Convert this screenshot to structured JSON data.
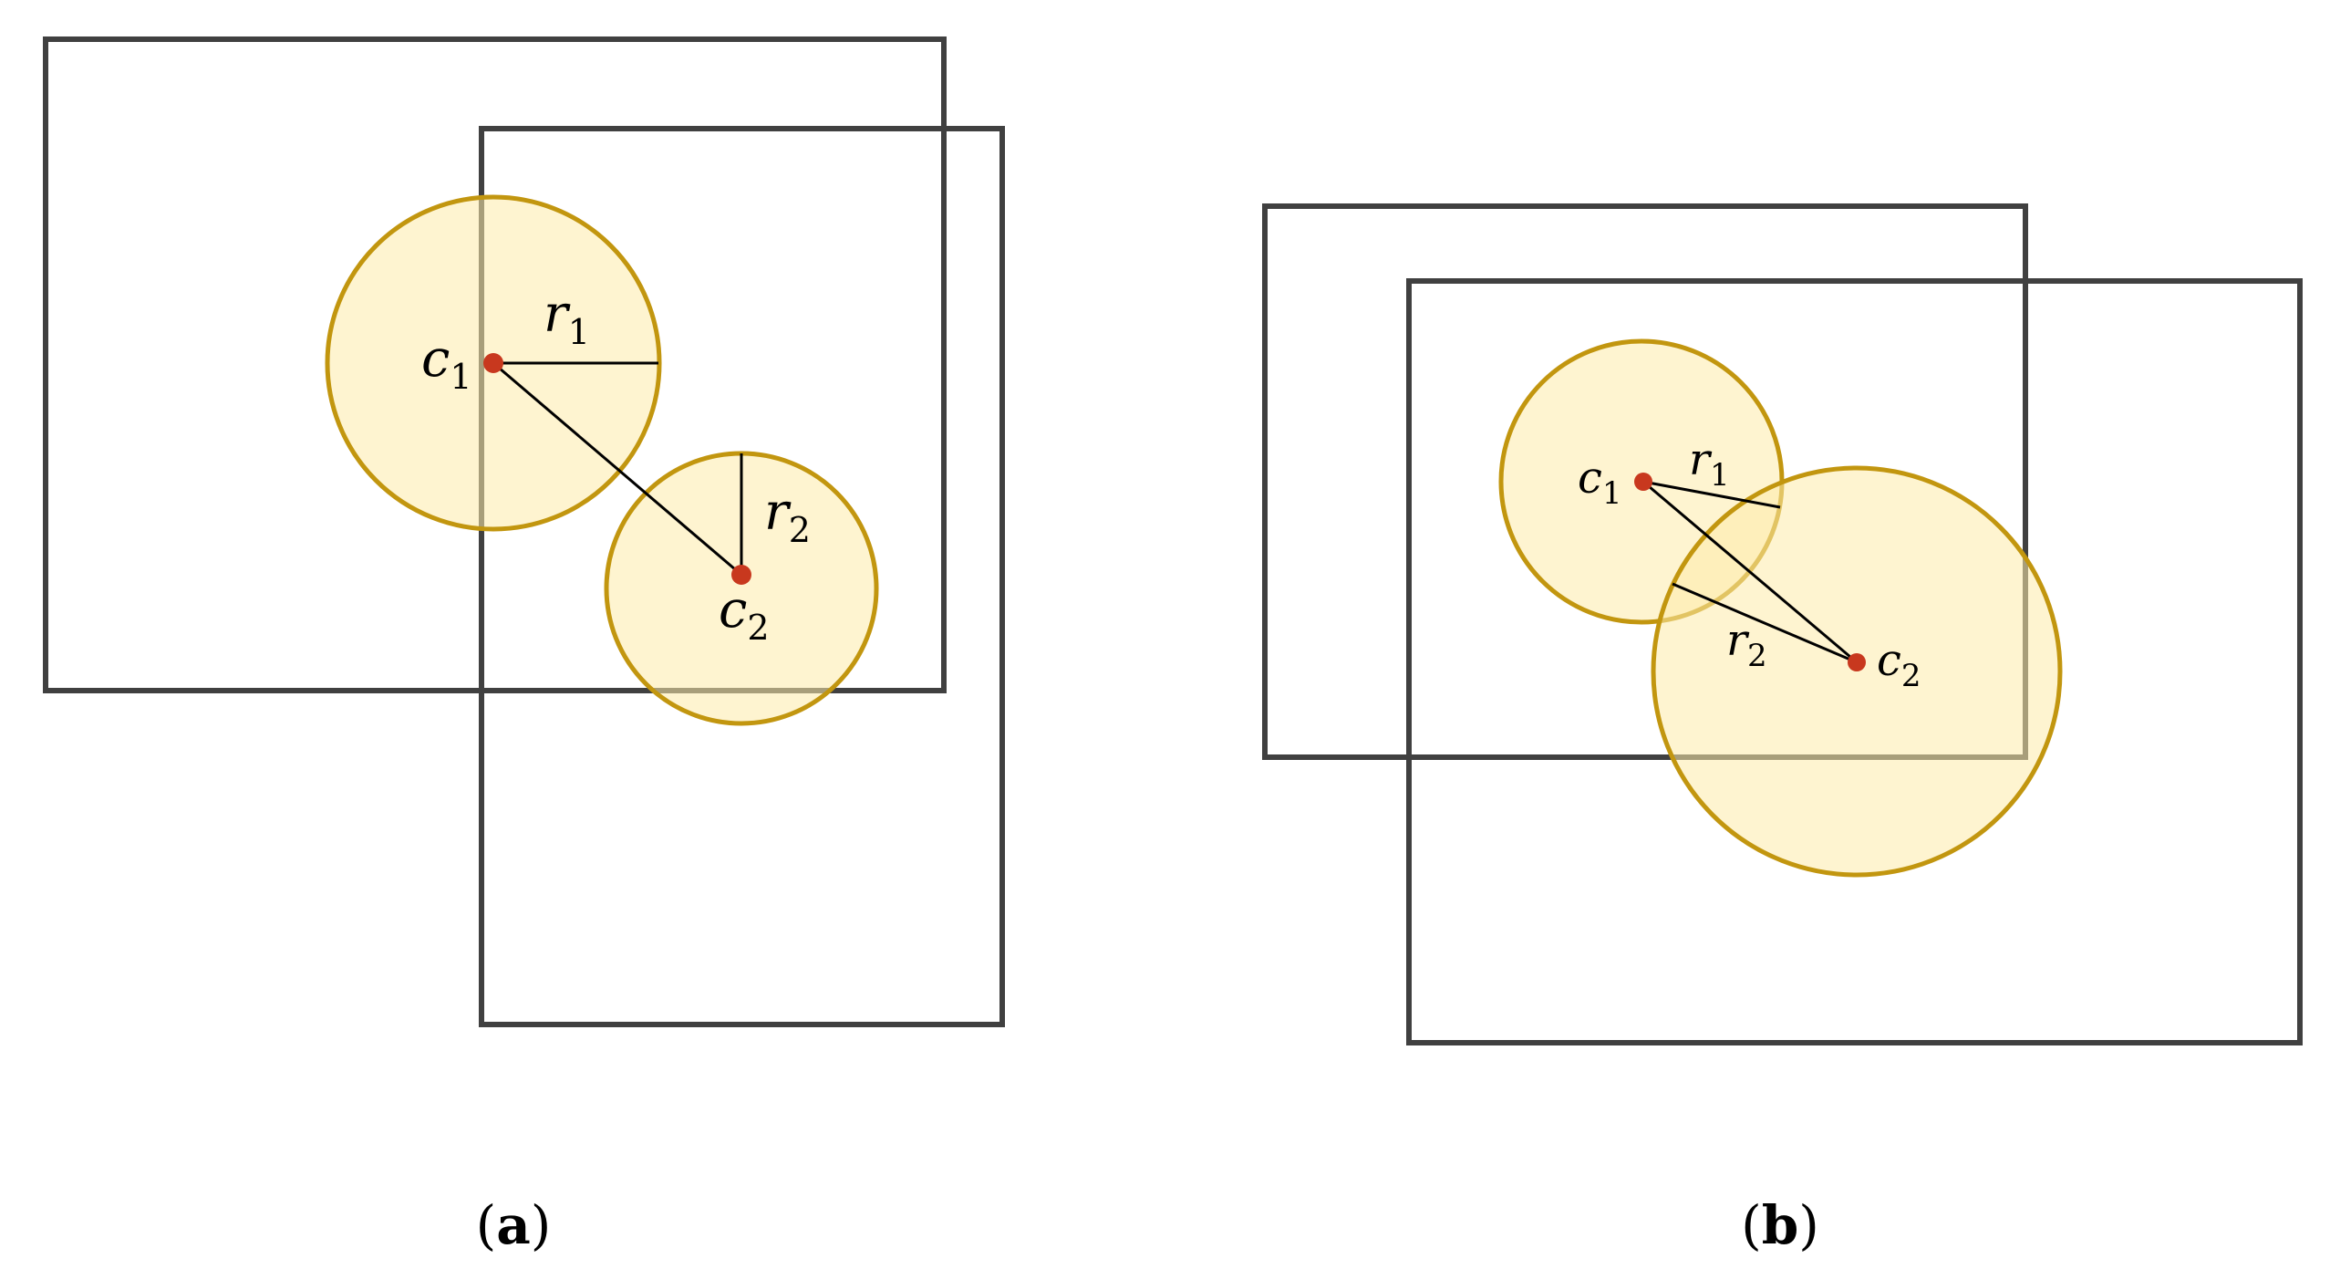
{
  "panel_a": {
    "caption_open": "(",
    "caption_letter": "a",
    "caption_close": ")",
    "c1_base": "c",
    "c1_sub": "1",
    "c2_base": "c",
    "c2_sub": "2",
    "r1_base": "r",
    "r1_sub": "1",
    "r2_base": "r",
    "r2_sub": "2"
  },
  "panel_b": {
    "caption_open": "(",
    "caption_letter": "b",
    "caption_close": ")",
    "c1_base": "c",
    "c1_sub": "1",
    "c2_base": "c",
    "c2_sub": "2",
    "r1_base": "r",
    "r1_sub": "1",
    "r2_base": "r",
    "r2_sub": "2"
  },
  "colors": {
    "box_stroke": "#404040",
    "circle_fill": "#fdebaa",
    "circle_stroke": "#c2960f",
    "center_dot": "#c8381e"
  }
}
